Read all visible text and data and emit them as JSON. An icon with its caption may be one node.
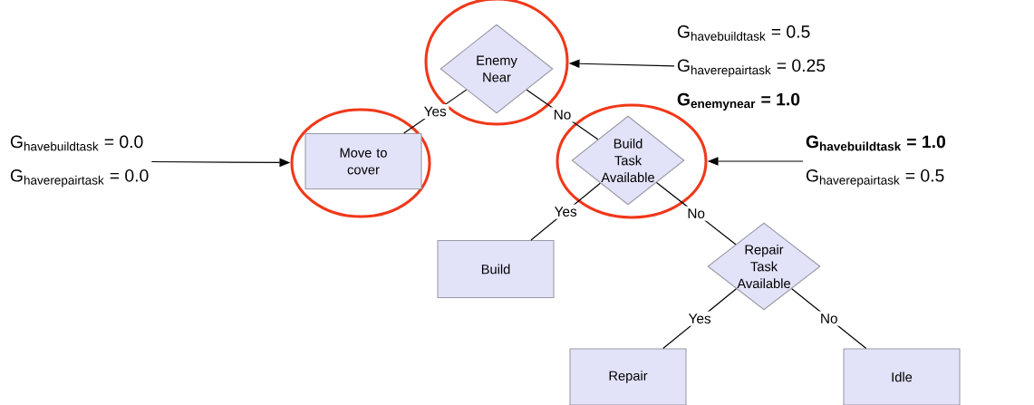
{
  "diagram": {
    "nodes": [
      {
        "text": [],
        "shape": "circle"
      },
      {
        "text": [
          "Enemy Near"
        ],
        "in": 0
      },
      {
        "text": [
          "\\text{G}_{\\text{havebuildtask}}\\text{ = 0.5}",
          "\\text{G}_{\\text{haverepairtask}}\\text{ = 0.25}",
          "\\textbf{G}_{\\textbf{enemynear}}\\textbf{ = 1.0}"
        ]
      },
      {
        "text": [
          "\\text{G}_{\\text{havebuildtask}}\\text{ = 0.0}",
          "\\text{G}_{\\text{haverepairtask}}\\text{ = 0.0}"
        ]
      },
      {
        "text": [],
        "shape": "circle"
      },
      {
        "text": [
          "Move to cover"
        ],
        "in": 4
      },
      {
        "text": [],
        "shape": "circle"
      },
      {
        "text": [
          "Build Task Available"
        ],
        "in": 6
      },
      {
        "text": [
          "\\textbf{G}_{\\textbf{havebuildtask}}\\textbf{ = 1.0}",
          "\\text{G}_{\\text{haverepairtask}}\\text{ = 0.5}"
        ]
      },
      {
        "text": [
          "Build"
        ]
      },
      {
        "text": [
          "Repair Task Available"
        ]
      },
      {
        "text": [
          "Repair"
        ]
      },
      {
        "text": [
          "Idle"
        ]
      }
    ],
    "edges": [
      {
        "from": 1,
        "to": 5,
        "arrow": "none",
        "label": "Yes"
      },
      {
        "from": 1,
        "to": 7,
        "arrow": "none",
        "label": "No"
      },
      {
        "from": 7,
        "to": 9,
        "arrow": "none",
        "label": "Yes"
      },
      {
        "from": 7,
        "to": 10,
        "arrow": "none",
        "label": "No"
      },
      {
        "from": 10,
        "to": 11,
        "arrow": "none",
        "label": "Yes"
      },
      {
        "from": 10,
        "to": 12,
        "arrow": "none",
        "label": "No"
      },
      {
        "from": 2,
        "to": 0,
        "arrow": "to"
      },
      {
        "from": 3,
        "to": 4,
        "arrow": "to"
      },
      {
        "from": 8,
        "to": 6,
        "arrow": "to"
      }
    ]
  }
}
